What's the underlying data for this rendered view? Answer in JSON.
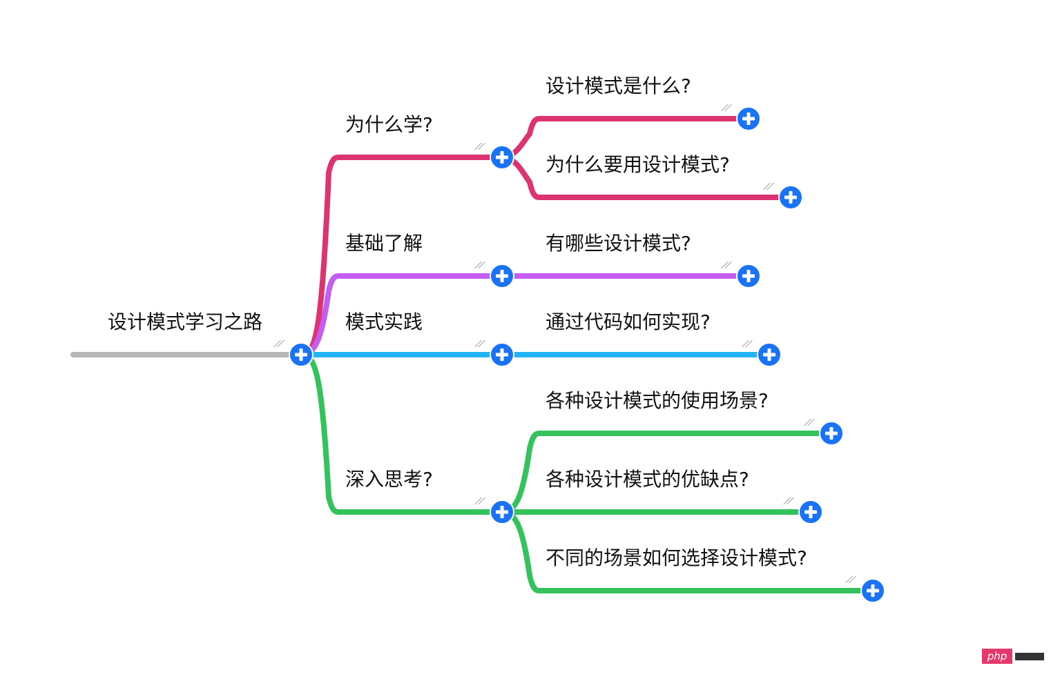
{
  "colors": {
    "root_branch": "#b7b7b7",
    "pink": "#dd3370",
    "purple": "#c35ef0",
    "blue": "#22b4f5",
    "green": "#34c25c",
    "button": "#1a73f5"
  },
  "icons": {
    "expand": "plus-circle-icon",
    "handle": "drag-handle-icon"
  },
  "root": {
    "label": "设计模式学习之路"
  },
  "branches": [
    {
      "label": "为什么学?",
      "color": "pink",
      "children": [
        {
          "label": "设计模式是什么?"
        },
        {
          "label": "为什么要用设计模式?"
        }
      ]
    },
    {
      "label": "基础了解",
      "color": "purple",
      "children": [
        {
          "label": "有哪些设计模式?"
        }
      ]
    },
    {
      "label": "模式实践",
      "color": "blue",
      "children": [
        {
          "label": "通过代码如何实现?"
        }
      ]
    },
    {
      "label": "深入思考?",
      "color": "green",
      "children": [
        {
          "label": "各种设计模式的使用场景?"
        },
        {
          "label": "各种设计模式的优缺点?"
        },
        {
          "label": "不同的场景如何选择设计模式?"
        }
      ]
    }
  ],
  "watermark": {
    "text": "php"
  }
}
